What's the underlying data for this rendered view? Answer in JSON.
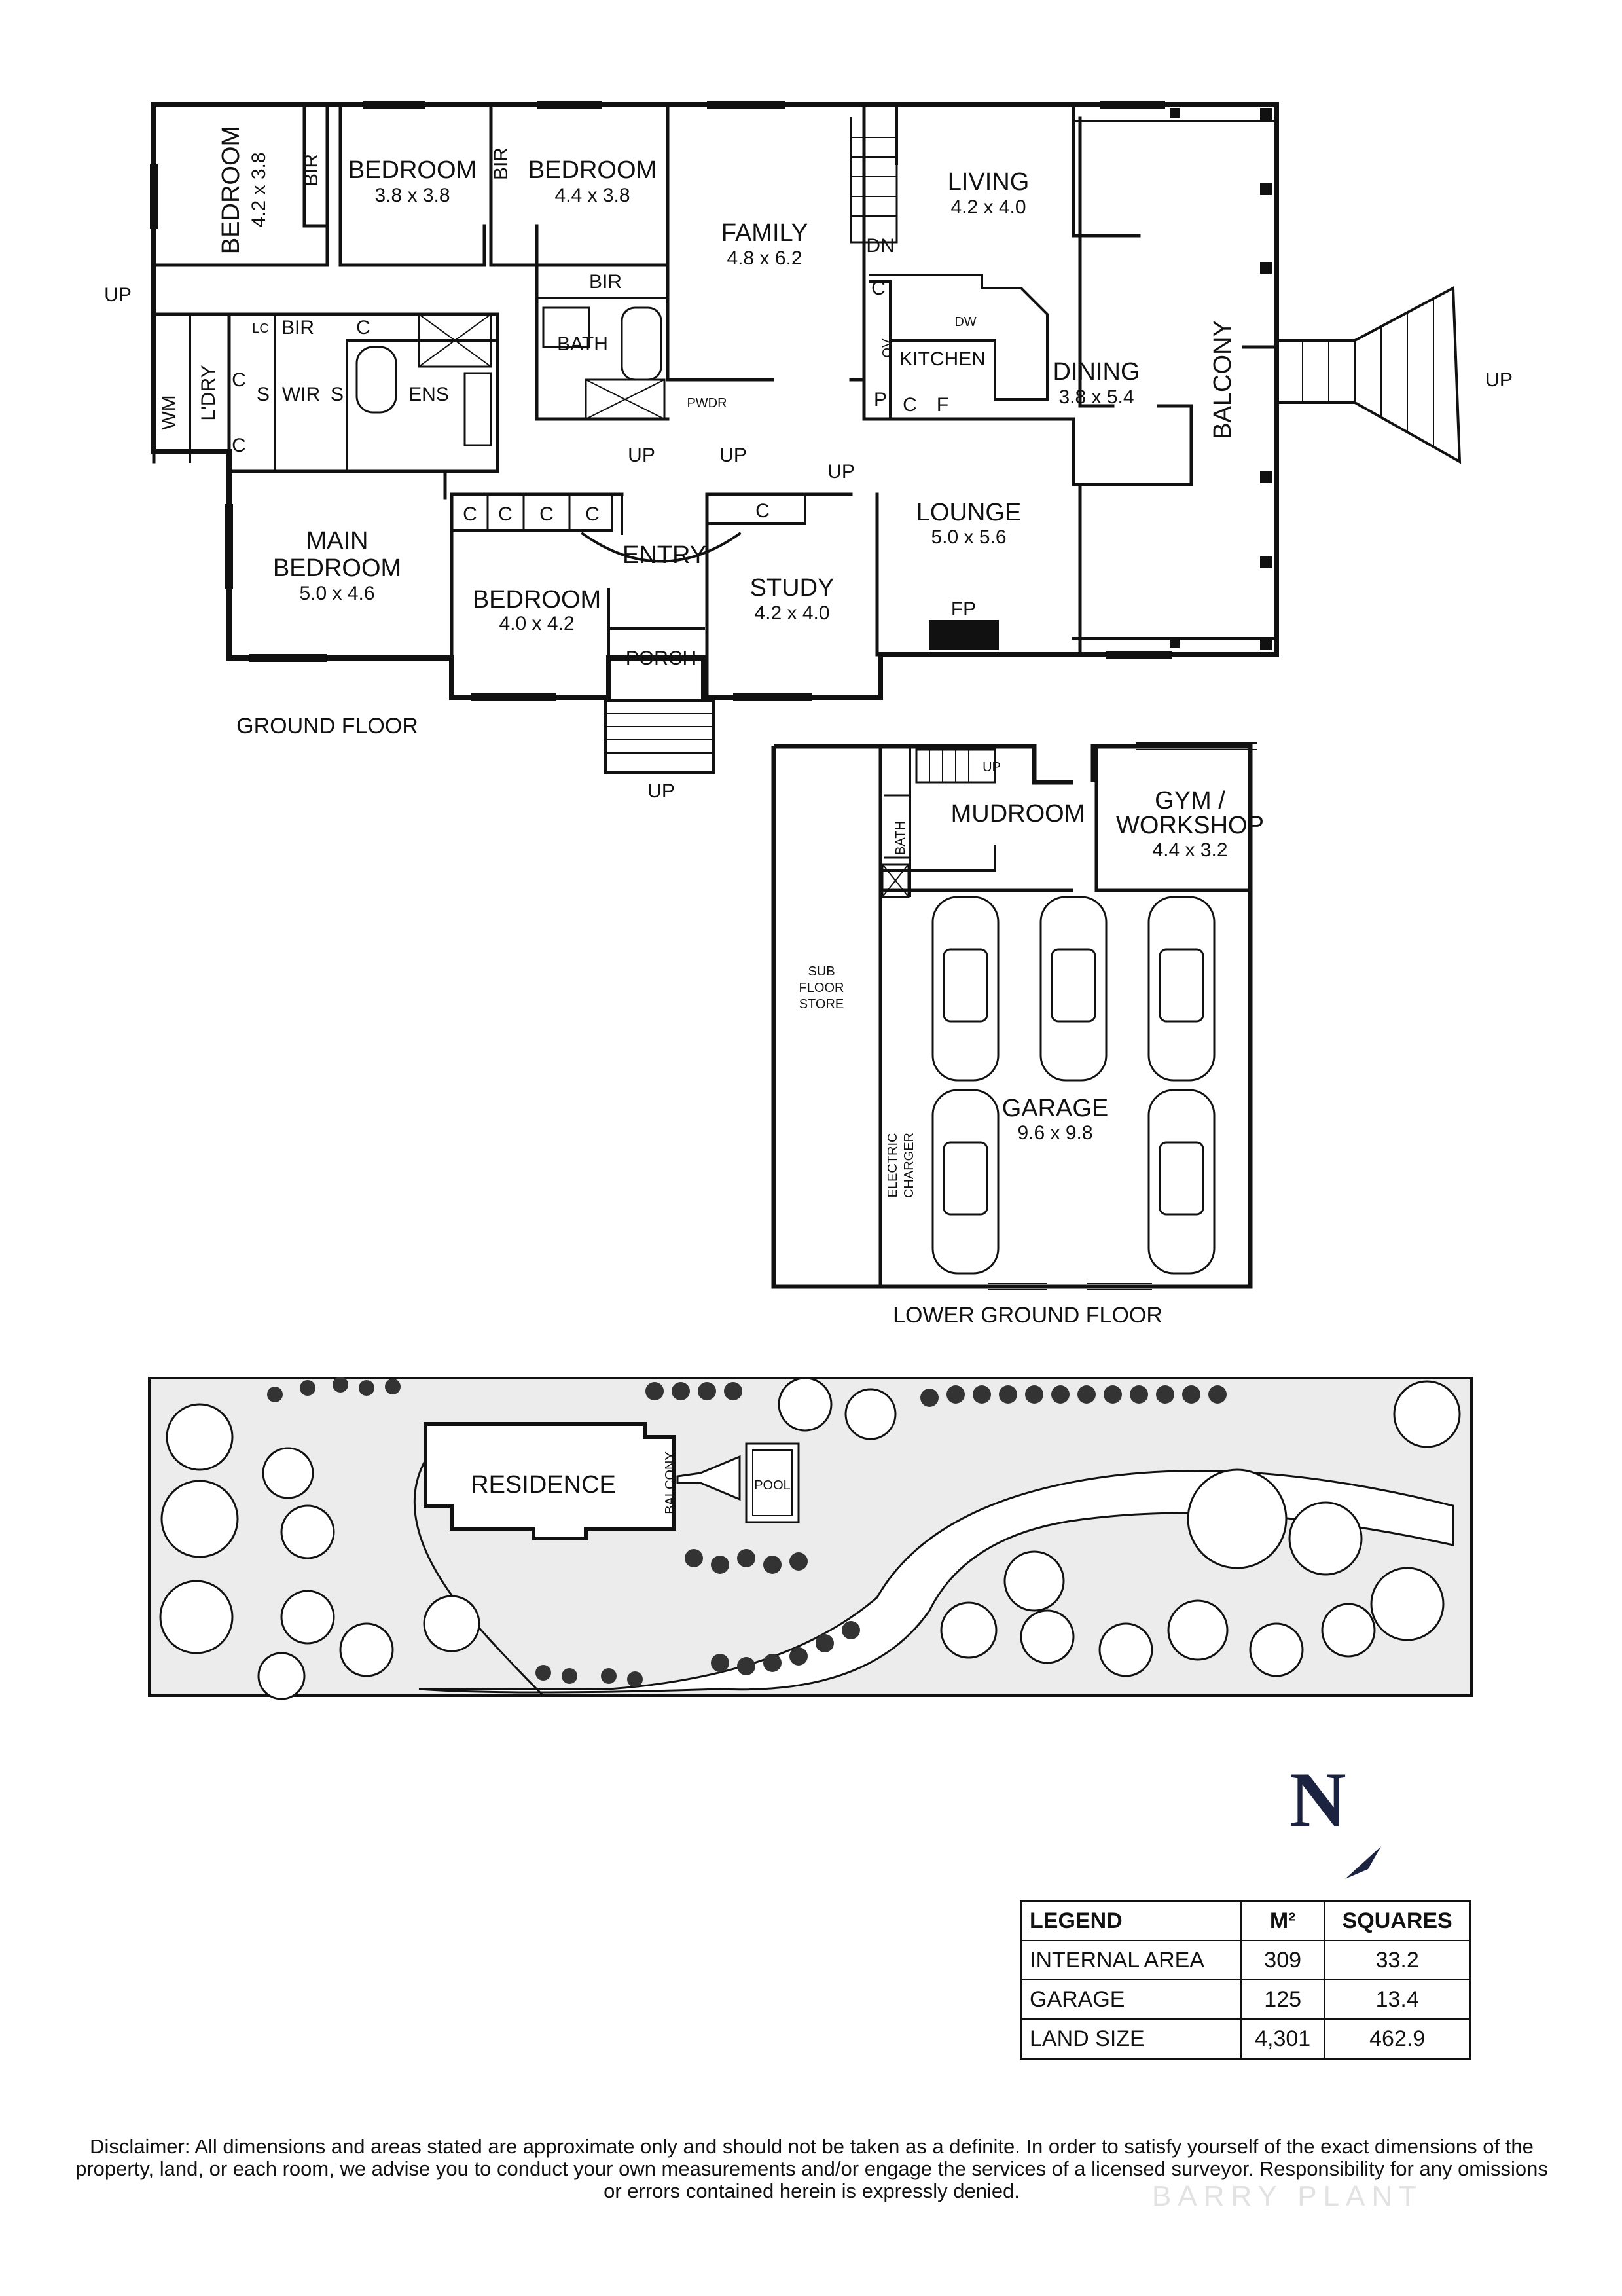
{
  "ground_floor": {
    "caption": "GROUND FLOOR",
    "rooms": [
      {
        "id": "bedroom-1",
        "name": "BEDROOM",
        "dims": "4.2 x 3.8"
      },
      {
        "id": "bedroom-2",
        "name": "BEDROOM",
        "dims": "3.8 x 3.8"
      },
      {
        "id": "bedroom-3",
        "name": "BEDROOM",
        "dims": "4.4 x 3.8"
      },
      {
        "id": "family",
        "name": "FAMILY",
        "dims": "4.8 x 6.2"
      },
      {
        "id": "living",
        "name": "LIVING",
        "dims": "4.2 x 4.0"
      },
      {
        "id": "dining",
        "name": "DINING",
        "dims": "3.8 x 5.4"
      },
      {
        "id": "lounge",
        "name": "LOUNGE",
        "dims": "5.0 x 5.6"
      },
      {
        "id": "main-bedroom",
        "name": "MAIN\nBEDROOM",
        "dims": "5.0 x 4.6"
      },
      {
        "id": "bedroom-4",
        "name": "BEDROOM",
        "dims": "4.0 x 4.2"
      },
      {
        "id": "study",
        "name": "STUDY",
        "dims": "4.2 x 4.0"
      }
    ],
    "labels": {
      "balcony": "BALCONY",
      "kitchen": "KITCHEN",
      "bath": "BATH",
      "ens": "ENS",
      "wir": "WIR",
      "ldry": "L'DRY",
      "wm": "WM",
      "pwdr": "PWDR",
      "entry": "ENTRY",
      "porch": "PORCH",
      "fp": "FP",
      "bir": "BIR",
      "lc": "LC",
      "c": "C",
      "s": "S",
      "p": "P",
      "f": "F",
      "dw": "DW",
      "ov": "OV",
      "dn": "DN",
      "up": "UP"
    }
  },
  "lower_ground_floor": {
    "caption": "LOWER GROUND FLOOR",
    "rooms": [
      {
        "id": "mudroom",
        "name": "MUDROOM",
        "dims": ""
      },
      {
        "id": "gym",
        "name": "GYM /\nWORKSHOP",
        "dims": "4.4 x 3.2"
      },
      {
        "id": "garage",
        "name": "GARAGE",
        "dims": "9.6 x 9.8"
      }
    ],
    "labels": {
      "sub_floor_store": "SUB\nFLOOR\nSTORE",
      "electric_charger": "ELECTRIC\nCHARGER",
      "bath": "BATH",
      "up": "UP"
    }
  },
  "site_plan": {
    "residence": "RESIDENCE",
    "pool": "POOL",
    "balcony": "BALCONY"
  },
  "compass": {
    "letter": "N"
  },
  "legend": {
    "headers": [
      "LEGEND",
      "M²",
      "SQUARES"
    ],
    "rows": [
      {
        "label": "INTERNAL AREA",
        "m2": "309",
        "squares": "33.2"
      },
      {
        "label": "GARAGE",
        "m2": "125",
        "squares": "13.4"
      },
      {
        "label": "LAND SIZE",
        "m2": "4,301",
        "squares": "462.9"
      }
    ]
  },
  "disclaimer": "Disclaimer: All dimensions and areas stated are approximate only and should not be taken as a definite. In order to satisfy yourself of the exact dimensions of the property, land, or each room, we advise you to conduct your own measurements and/or engage the services of a licensed surveyor. Responsibility for any omissions or errors contained herein is expressly denied.",
  "watermark": "BARRY PLANT",
  "colors": {
    "wall": "#111111",
    "compass": "#1c2340",
    "site_fill": "#ececec"
  }
}
